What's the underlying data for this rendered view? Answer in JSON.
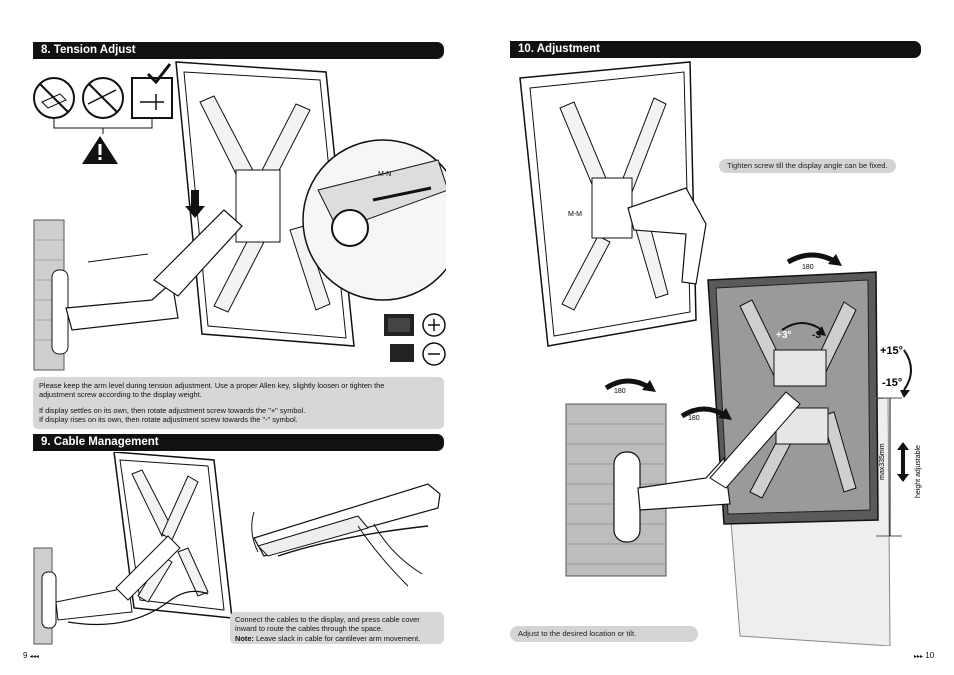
{
  "left_page": {
    "section8": {
      "title": "8. Tension Adjust",
      "note_line1": "Please keep the arm level during tension adjustment. Use a proper Allen key, slightly loosen or tighten the",
      "note_line2": "adjustment screw according to the display weight.",
      "note_line3": "If display settles on its own, then rotate adjustment screw towards the \"+\" symbol.",
      "note_line4": "If display rises on its own, then rotate adjustment screw towards the \"-\" symbol.",
      "callout_label": "M-N"
    },
    "section9": {
      "title": "9. Cable Management",
      "note_line1": "Connect the cables to the display, and press cable cover",
      "note_line2": "inward to route the cables through the space.",
      "note_bold": "Note:",
      "note_rest": " Leave slack in cable for cantilever arm movement."
    },
    "page_number": "9"
  },
  "right_page": {
    "section10": {
      "title": "10. Adjustment",
      "tighten_note": "Tighten screw till the display angle can be fixed.",
      "bolt_label": "M-M",
      "rotate_label_top": "180",
      "rotate_label_left": "180",
      "rotate_label_mid": "180",
      "tilt_plus_small": "+3°",
      "tilt_minus_small": "-3°",
      "tilt_plus": "+15°",
      "tilt_minus": "-15°",
      "height_max": "max335mm",
      "height_label": "height adjustable",
      "adjust_note": "Adjust to the desired location or tilt."
    },
    "page_number": "10"
  },
  "colors": {
    "heading_bg": "#111111",
    "note_bg": "#d7d7d7",
    "monitor_dark": "#5a5a5a"
  }
}
